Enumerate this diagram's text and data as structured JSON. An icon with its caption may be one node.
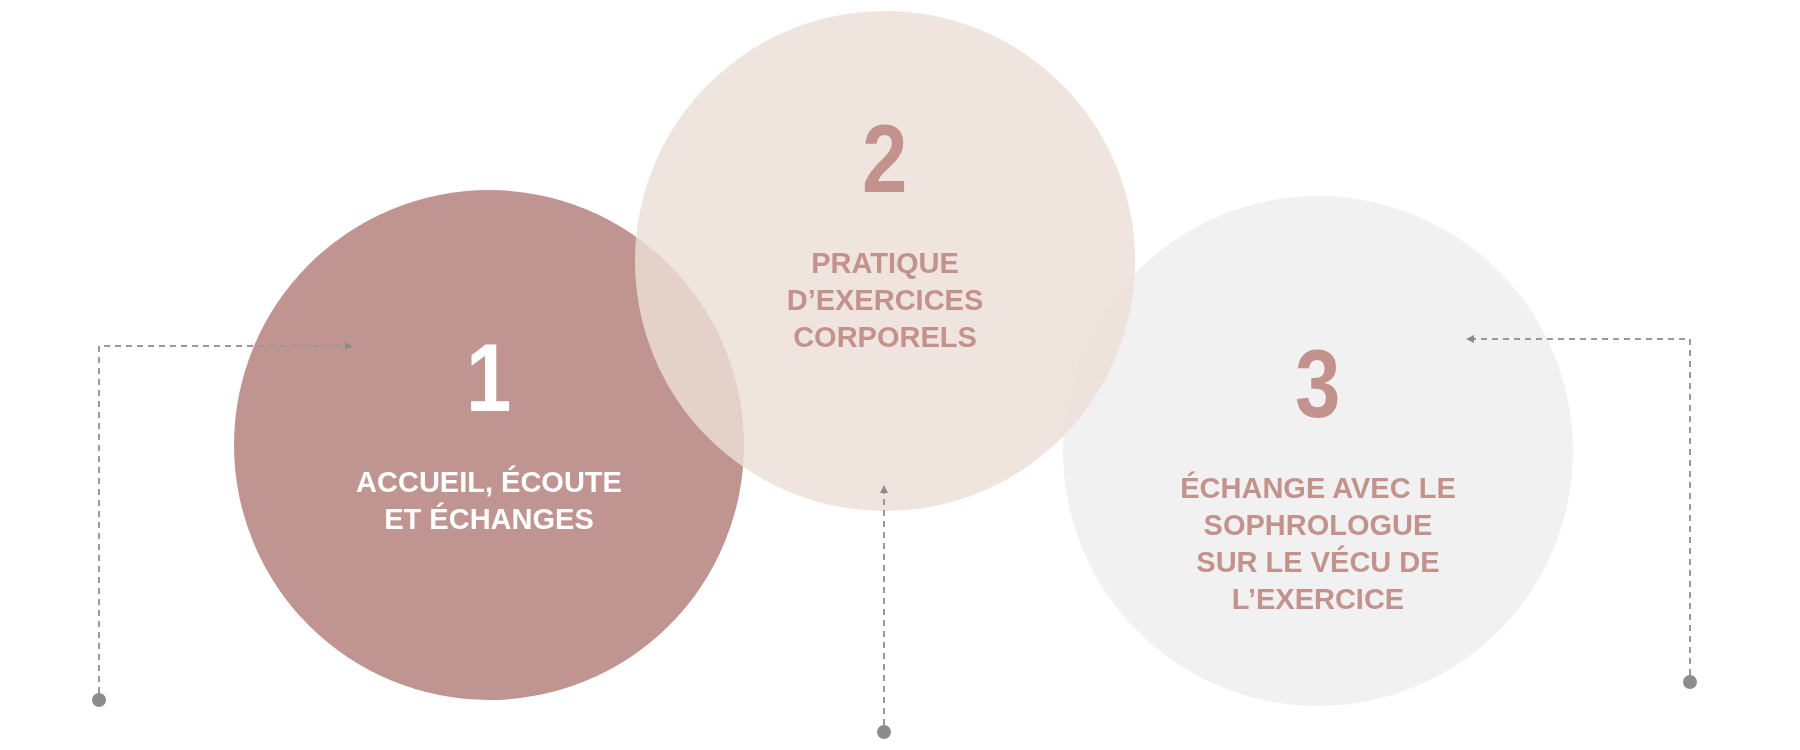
{
  "diagram": {
    "nodes": [
      {
        "text": [
          "1",
          "ACCUEIL, ÉCOUTE ET ÉCHANGES"
        ]
      },
      {
        "text": [
          "2",
          "PRATIQUE D’EXERCICES CORPORELS"
        ]
      },
      {
        "text": [
          "3",
          "ÉCHANGE AVEC LE SOPHROLOGUE SUR LE VÉCU DE L’EXERCICE"
        ]
      },
      {
        "text": [],
        "shape": "circle"
      },
      {
        "text": [],
        "shape": "circle"
      },
      {
        "text": [],
        "shape": "circle"
      }
    ],
    "edges": [
      {
        "from": 3,
        "to": 0,
        "arrow": "to",
        "style": "dashed"
      },
      {
        "from": 4,
        "to": 1,
        "arrow": "to",
        "style": "dashed"
      },
      {
        "from": 5,
        "to": 2,
        "arrow": "to",
        "style": "dashed"
      }
    ]
  }
}
